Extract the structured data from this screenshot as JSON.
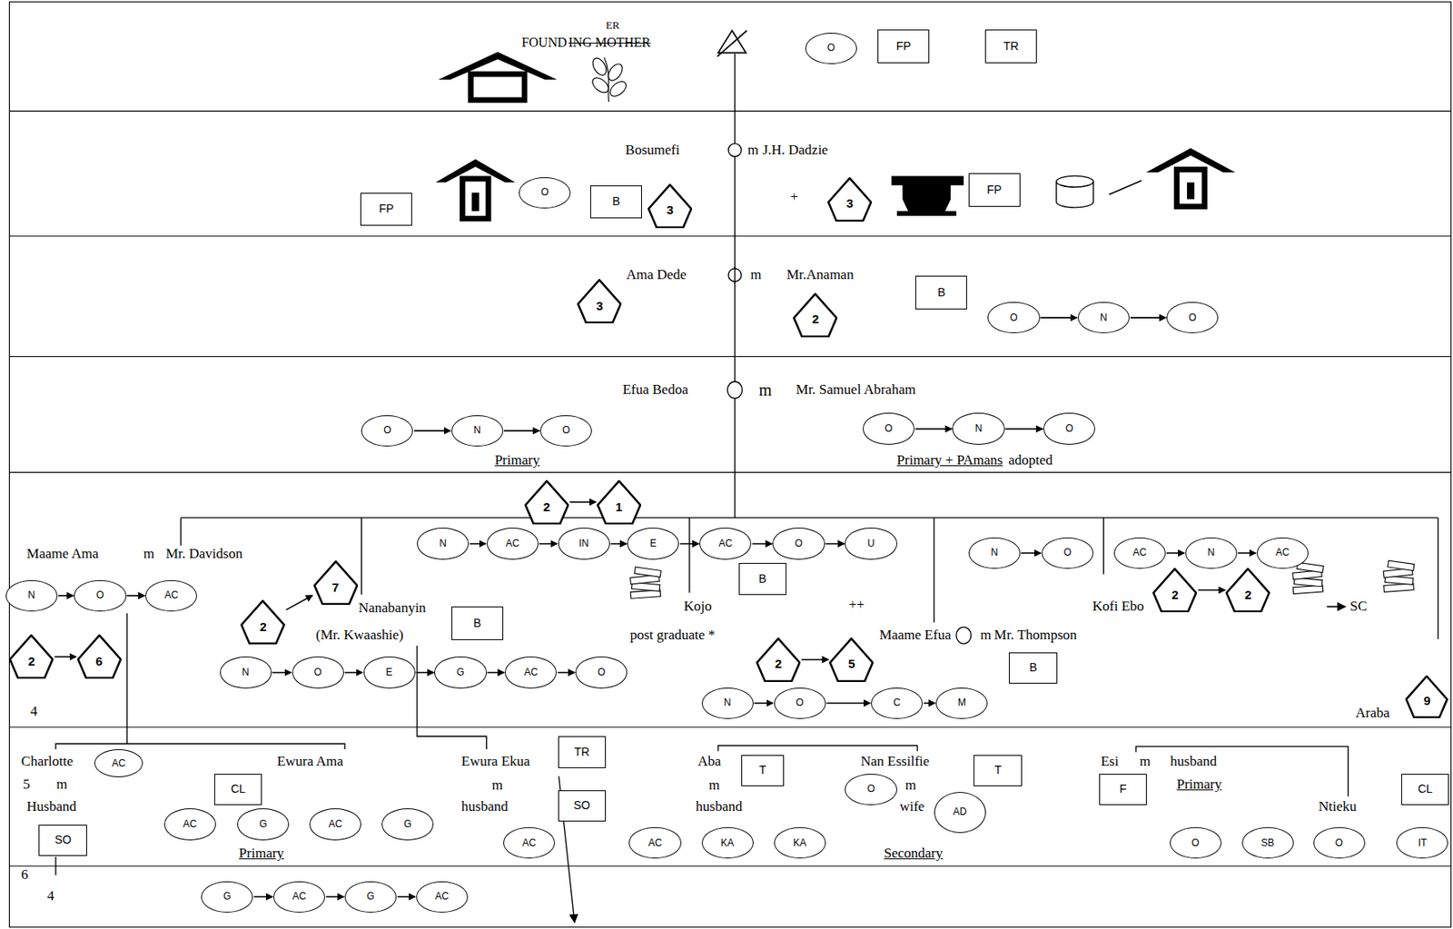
{
  "diagram": {
    "nodes": [
      {
        "text": [
          "O"
        ]
      },
      {
        "text": [
          "FP"
        ]
      },
      {
        "text": [
          "TR"
        ]
      },
      {
        "text": [
          "FP"
        ]
      },
      {
        "text": [
          "O"
        ]
      },
      {
        "text": [
          "B"
        ]
      },
      {
        "text": [
          "3"
        ]
      },
      {
        "text": [
          "3"
        ]
      },
      {
        "text": [
          "FP"
        ]
      },
      {
        "text": [
          "3"
        ]
      },
      {
        "text": [
          "2"
        ]
      },
      {
        "text": [
          "B"
        ]
      },
      {
        "text": [
          "O"
        ]
      },
      {
        "text": [
          "N"
        ]
      },
      {
        "text": [
          "O"
        ]
      },
      {
        "text": [
          "O"
        ]
      },
      {
        "text": [
          "N"
        ]
      },
      {
        "text": [
          "O"
        ]
      },
      {
        "text": [
          "O"
        ]
      },
      {
        "text": [
          "N"
        ]
      },
      {
        "text": [
          "O"
        ]
      },
      {
        "text": [
          "2"
        ]
      },
      {
        "text": [
          "1"
        ]
      },
      {
        "text": [
          "N"
        ]
      },
      {
        "text": [
          "O"
        ]
      },
      {
        "text": [
          "AC"
        ]
      },
      {
        "text": [
          "2"
        ]
      },
      {
        "text": [
          "6"
        ]
      },
      {
        "text": [
          "2"
        ]
      },
      {
        "text": [
          "7"
        ]
      },
      {
        "text": [
          "B"
        ]
      },
      {
        "text": [
          "N"
        ]
      },
      {
        "text": [
          "O"
        ]
      },
      {
        "text": [
          "E"
        ]
      },
      {
        "text": [
          "G"
        ]
      },
      {
        "text": [
          "AC"
        ]
      },
      {
        "text": [
          "O"
        ]
      },
      {
        "text": [
          "N"
        ]
      },
      {
        "text": [
          "AC"
        ]
      },
      {
        "text": [
          "IN"
        ]
      },
      {
        "text": [
          "E"
        ]
      },
      {
        "text": [
          "AC"
        ]
      },
      {
        "text": [
          "O"
        ]
      },
      {
        "text": [
          "U"
        ]
      },
      {
        "text": [
          "B"
        ]
      },
      {
        "text": [
          "2"
        ]
      },
      {
        "text": [
          "5"
        ]
      },
      {
        "text": [
          "B"
        ]
      },
      {
        "text": [
          "N"
        ]
      },
      {
        "text": [
          "O"
        ]
      },
      {
        "text": [
          "C"
        ]
      },
      {
        "text": [
          "M"
        ]
      },
      {
        "text": [
          "N"
        ]
      },
      {
        "text": [
          "O"
        ]
      },
      {
        "text": [
          "AC"
        ]
      },
      {
        "text": [
          "N"
        ]
      },
      {
        "text": [
          "AC"
        ]
      },
      {
        "text": [
          "2"
        ]
      },
      {
        "text": [
          "2"
        ]
      },
      {
        "text": [
          "9"
        ]
      },
      {
        "text": [
          "AC"
        ]
      },
      {
        "text": [
          "SO"
        ]
      },
      {
        "text": [
          "CL"
        ]
      },
      {
        "text": [
          "AC"
        ]
      },
      {
        "text": [
          "G"
        ]
      },
      {
        "text": [
          "AC"
        ]
      },
      {
        "text": [
          "G"
        ]
      },
      {
        "text": [
          "TR"
        ]
      },
      {
        "text": [
          "SO"
        ]
      },
      {
        "text": [
          "AC"
        ]
      },
      {
        "text": [
          "T"
        ]
      },
      {
        "text": [
          "AC"
        ]
      },
      {
        "text": [
          "KA"
        ]
      },
      {
        "text": [
          "KA"
        ]
      },
      {
        "text": [
          "T"
        ]
      },
      {
        "text": [
          "O"
        ]
      },
      {
        "text": [
          "AD"
        ]
      },
      {
        "text": [
          "F"
        ]
      },
      {
        "text": [
          "CL"
        ]
      },
      {
        "text": [
          "O"
        ]
      },
      {
        "text": [
          "SB"
        ]
      },
      {
        "text": [
          "O"
        ]
      },
      {
        "text": [
          "IT"
        ]
      },
      {
        "text": [
          "G"
        ]
      },
      {
        "text": [
          "AC"
        ]
      },
      {
        "text": [
          "G"
        ]
      },
      {
        "text": [
          "AC"
        ]
      }
    ],
    "edges": [
      {
        "from": 12,
        "to": 13,
        "arrow": "to"
      },
      {
        "from": 13,
        "to": 14,
        "arrow": "to"
      },
      {
        "from": 15,
        "to": 16,
        "arrow": "to"
      },
      {
        "from": 16,
        "to": 17,
        "arrow": "to"
      },
      {
        "from": 18,
        "to": 19,
        "arrow": "to"
      },
      {
        "from": 19,
        "to": 20,
        "arrow": "to"
      },
      {
        "from": 21,
        "to": 22,
        "arrow": "to"
      },
      {
        "from": 23,
        "to": 24,
        "arrow": "to"
      },
      {
        "from": 24,
        "to": 25,
        "arrow": "to"
      },
      {
        "from": 26,
        "to": 27,
        "arrow": "to"
      },
      {
        "from": 28,
        "to": 29,
        "arrow": "to"
      },
      {
        "from": 31,
        "to": 32,
        "arrow": "to"
      },
      {
        "from": 32,
        "to": 33,
        "arrow": "to"
      },
      {
        "from": 33,
        "to": 34,
        "arrow": "to"
      },
      {
        "from": 34,
        "to": 35,
        "arrow": "to"
      },
      {
        "from": 35,
        "to": 36,
        "arrow": "to"
      },
      {
        "from": 37,
        "to": 38,
        "arrow": "to"
      },
      {
        "from": 38,
        "to": 39,
        "arrow": "to"
      },
      {
        "from": 39,
        "to": 40,
        "arrow": "to"
      },
      {
        "from": 40,
        "to": 41,
        "arrow": "to"
      },
      {
        "from": 41,
        "to": 42,
        "arrow": "to"
      },
      {
        "from": 42,
        "to": 43,
        "arrow": "to"
      },
      {
        "from": 45,
        "to": 46,
        "arrow": "to"
      },
      {
        "from": 48,
        "to": 49,
        "arrow": "to"
      },
      {
        "from": 49,
        "to": 50,
        "arrow": "to"
      },
      {
        "from": 50,
        "to": 51,
        "arrow": "to"
      },
      {
        "from": 52,
        "to": 53,
        "arrow": "to"
      },
      {
        "from": 54,
        "to": 55,
        "arrow": "to"
      },
      {
        "from": 55,
        "to": 56,
        "arrow": "to"
      },
      {
        "from": 57,
        "to": 58,
        "arrow": "to"
      },
      {
        "from": 83,
        "to": 84,
        "arrow": "to"
      },
      {
        "from": 84,
        "to": 85,
        "arrow": "to"
      },
      {
        "from": 85,
        "to": 86,
        "arrow": "to"
      }
    ],
    "labels": [
      "FOUND",
      "ING MOTHER",
      "ER",
      "Bosumefi",
      "m",
      "J.H. Dadzie",
      "+",
      "Ama Dede",
      "m",
      "Mr.Anaman",
      "Efua Bedoa",
      "m",
      "Mr. Samuel Abraham",
      "Primary",
      "Primary + PAmans",
      "adopted",
      "Maame Ama",
      "m",
      "Mr. Davidson",
      "Nanabanyin",
      "(Mr. Kwaashie)",
      "Kojo",
      "post graduate *",
      "++",
      "Maame Efua",
      "m",
      "Mr. Thompson",
      "Kofi Ebo",
      "SC",
      "Araba",
      "4",
      "Charlotte",
      "5",
      "m",
      "Husband",
      "Ewura Ama",
      "Primary",
      "Ewura Ekua",
      "m",
      "husband",
      "Aba",
      "m",
      "husband",
      "Nan Essilfie",
      "m",
      "wife",
      "Secondary",
      "Esi",
      "m",
      "husband",
      "Primary",
      "Ntieku",
      "6",
      "4"
    ]
  }
}
